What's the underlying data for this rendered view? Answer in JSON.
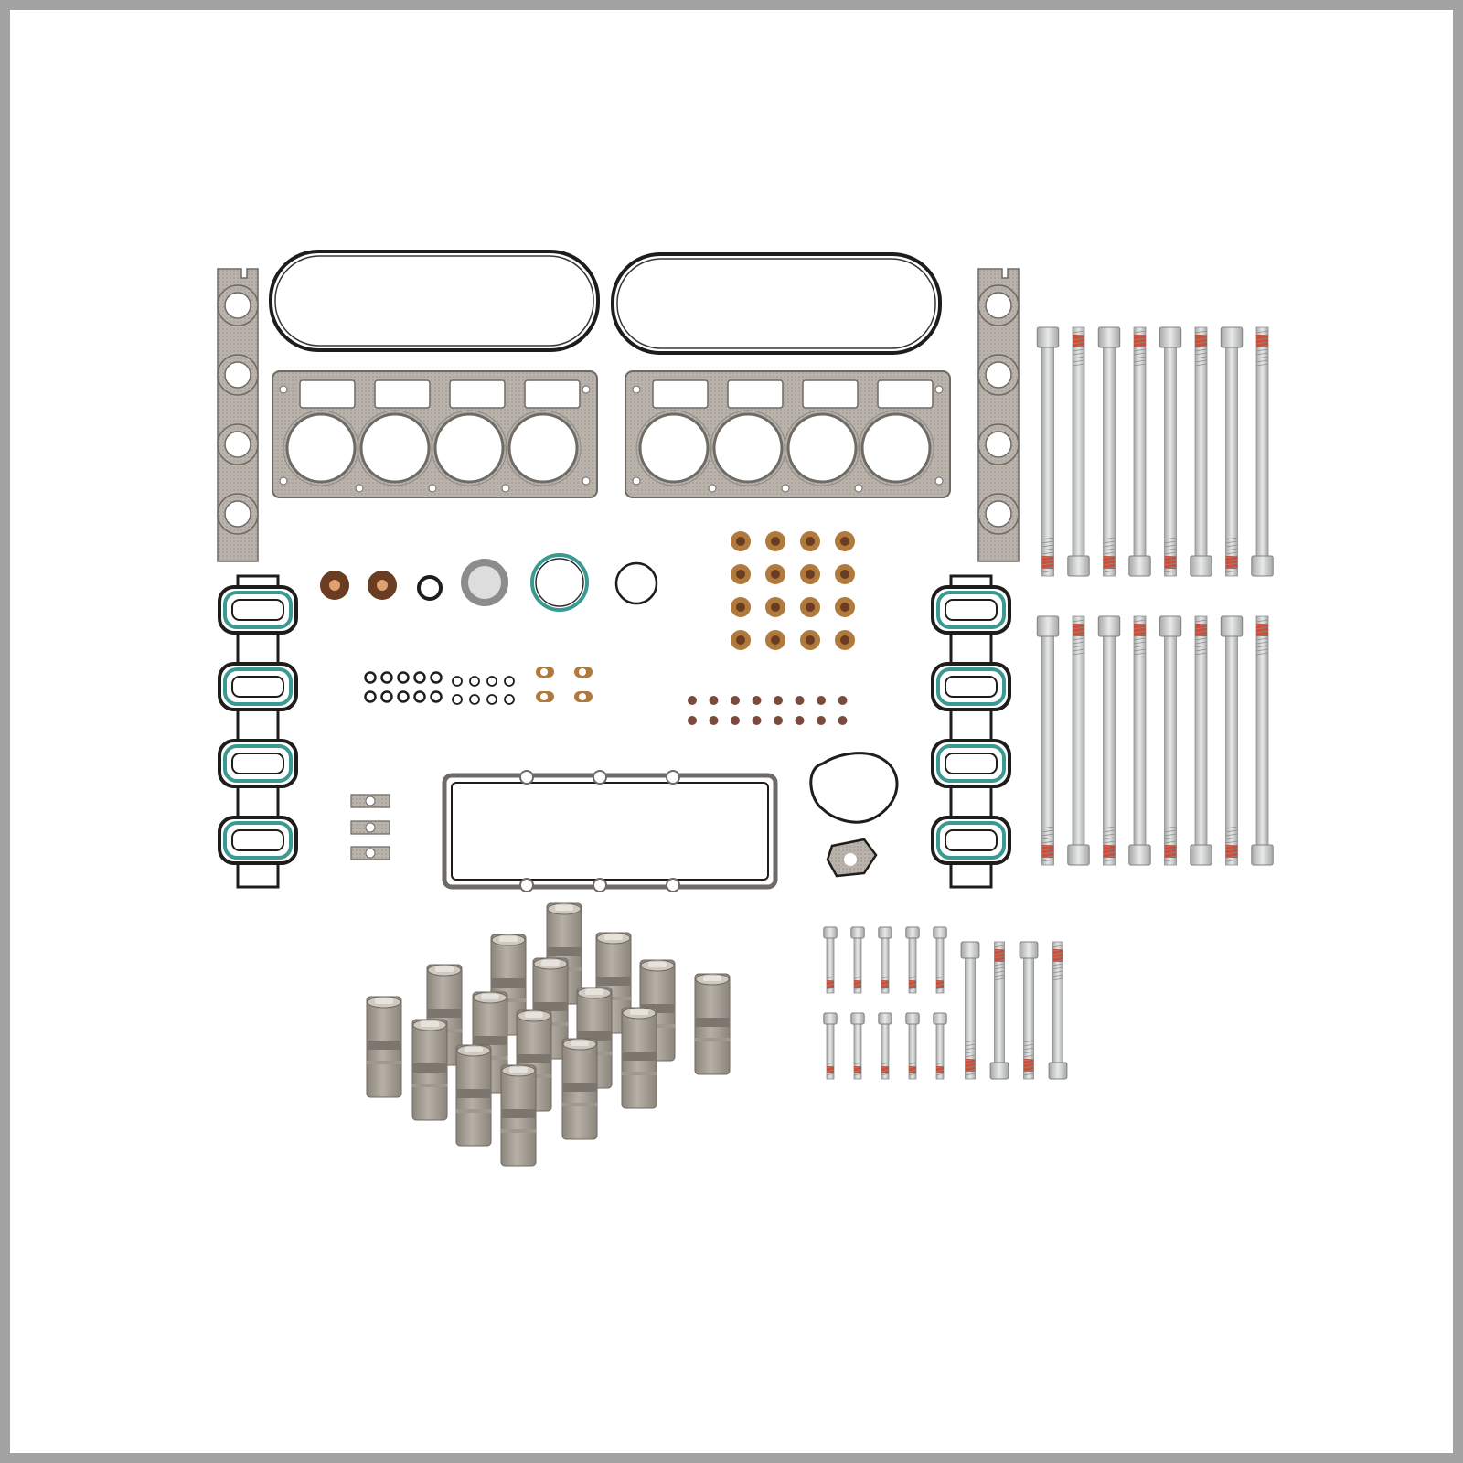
{
  "image": {
    "subject": "engine-gasket-lifter-head-bolt-kit-product-photo",
    "background": "#ffffff",
    "frame_color": "#a3a3a3",
    "colors": {
      "gasket_gray": "#b9b3ab",
      "gasket_dark": "#6e6a66",
      "gasket_black": "#1f1d1c",
      "gasket_teal": "#3a9a92",
      "metal_light": "#d2d3d3",
      "metal_mid": "#a7a8a8",
      "thread_lock_red": "#c8432c",
      "seal_brown": "#6a3c22",
      "seal_amber": "#b07a3c",
      "lifter_light": "#b6b0a6",
      "lifter_dark": "#8b857c"
    },
    "parts": {
      "valve_cover_gaskets": 2,
      "head_gaskets": 2,
      "exhaust_manifold_gaskets": 2,
      "intake_manifold_gaskets": 2,
      "valve_stem_seals": 16,
      "small_o_rings": 20,
      "valley_cover_gasket": 1,
      "water_pump_gaskets": 2,
      "egr_gaskets": 3,
      "hydraulic_lifters": 16,
      "long_head_bolts": 16,
      "short_head_bolts": 14
    }
  }
}
